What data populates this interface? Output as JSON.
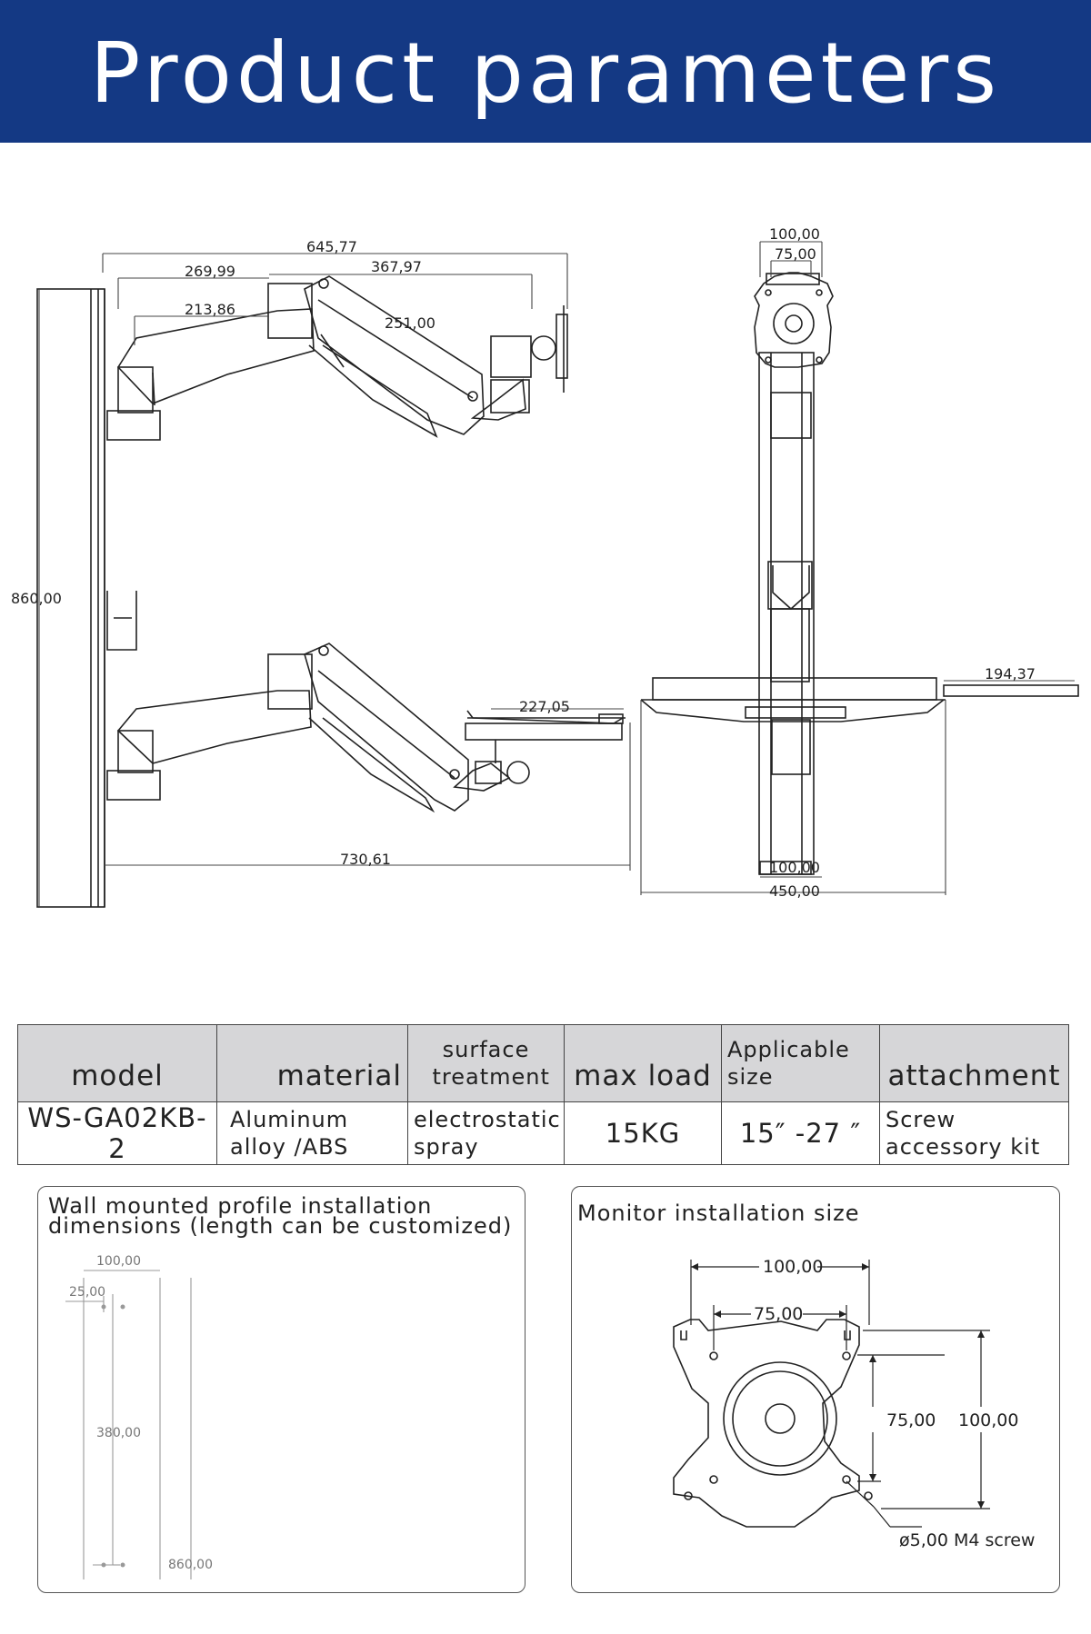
{
  "header": {
    "title": "Product parameters"
  },
  "drawing": {
    "side": {
      "dims": [
        "645,77",
        "269,99",
        "367,97",
        "213,86",
        "251,00",
        "860,00",
        "227,05",
        "730,61"
      ]
    },
    "front": {
      "dims": [
        "100,00",
        "75,00",
        "194,37",
        "100,00",
        "450,00"
      ]
    }
  },
  "specs": {
    "headers": [
      "model",
      "material",
      "surface treatment",
      "max load",
      "Applicable size",
      "attachment"
    ],
    "values": [
      "WS-GA02KB-2",
      "Aluminum alloy /ABS",
      "electrostatic spray",
      "15KG",
      "15″ -27 ″",
      "Screw accessory kit"
    ]
  },
  "profile_panel": {
    "title_line1": "Wall mounted profile installation",
    "title_line2": "dimensions (length can be customized)",
    "dims": [
      "100,00",
      "25,00",
      "380,00",
      "860,00"
    ]
  },
  "monitor_panel": {
    "title": "Monitor installation size",
    "dims": [
      "100,00",
      "75,00",
      "75,00",
      "100,00"
    ],
    "screw_label": "ø5,00 M4 screw"
  },
  "colors": {
    "header_bg": "#143984",
    "table_header_bg": "#d6d6d8"
  }
}
